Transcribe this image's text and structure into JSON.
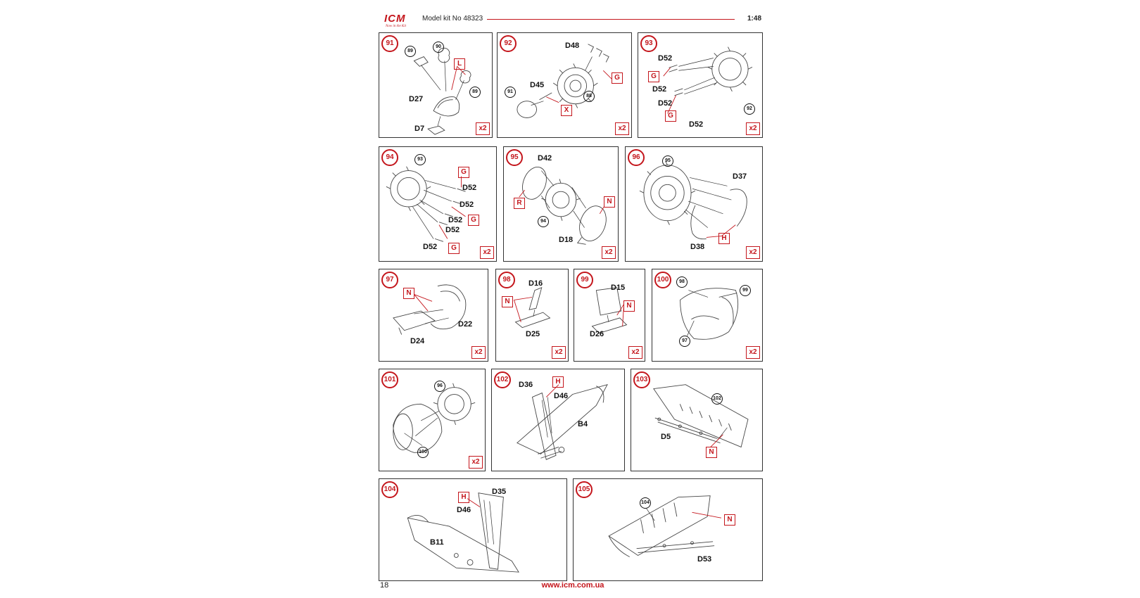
{
  "header": {
    "logo": "ICM",
    "logo_sub": "Now in the Kit",
    "kit_title": "Model kit No 48323",
    "scale": "1:48"
  },
  "footer": {
    "page_number": "18",
    "url": "www.icm.com.ua"
  },
  "panels": [
    {
      "step": "91",
      "multiplier": "x2",
      "parts": [
        "D27",
        "D7"
      ],
      "refs": [
        "89",
        "90",
        "89"
      ],
      "paint": [
        "L"
      ]
    },
    {
      "step": "92",
      "multiplier": "x2",
      "parts": [
        "D48",
        "D45"
      ],
      "refs": [
        "91",
        "88"
      ],
      "paint": [
        "G",
        "X"
      ]
    },
    {
      "step": "93",
      "multiplier": "x2",
      "parts": [
        "D52",
        "D52",
        "D52",
        "D52"
      ],
      "refs": [
        "92"
      ],
      "paint": [
        "G",
        "G"
      ]
    },
    {
      "step": "94",
      "multiplier": "x2",
      "parts": [
        "D52",
        "D52",
        "D52",
        "D52",
        "D52"
      ],
      "refs": [
        "93"
      ],
      "paint": [
        "G",
        "G",
        "G"
      ]
    },
    {
      "step": "95",
      "multiplier": "x2",
      "parts": [
        "D42",
        "D18"
      ],
      "refs": [
        "94"
      ],
      "paint": [
        "R",
        "N"
      ]
    },
    {
      "step": "96",
      "multiplier": "x2",
      "parts": [
        "D37",
        "D38"
      ],
      "refs": [
        "95"
      ],
      "paint": [
        "H"
      ]
    },
    {
      "step": "97",
      "multiplier": "x2",
      "parts": [
        "D22",
        "D24"
      ],
      "refs": [],
      "paint": [
        "N"
      ]
    },
    {
      "step": "98",
      "multiplier": "x2",
      "parts": [
        "D16",
        "D25"
      ],
      "refs": [],
      "paint": [
        "N"
      ]
    },
    {
      "step": "99",
      "multiplier": "x2",
      "parts": [
        "D15",
        "D26"
      ],
      "refs": [],
      "paint": [
        "N"
      ]
    },
    {
      "step": "100",
      "multiplier": "x2",
      "parts": [],
      "refs": [
        "98",
        "99",
        "97"
      ],
      "paint": []
    },
    {
      "step": "101",
      "multiplier": "x2",
      "parts": [],
      "refs": [
        "96",
        "100"
      ],
      "paint": []
    },
    {
      "step": "102",
      "multiplier": "",
      "parts": [
        "D36",
        "D46",
        "B4"
      ],
      "refs": [],
      "paint": [
        "H"
      ]
    },
    {
      "step": "103",
      "multiplier": "",
      "parts": [
        "D5"
      ],
      "refs": [
        "102"
      ],
      "paint": [
        "N"
      ]
    },
    {
      "step": "104",
      "multiplier": "",
      "parts": [
        "D35",
        "D46",
        "B11"
      ],
      "refs": [],
      "paint": [
        "H"
      ]
    },
    {
      "step": "105",
      "multiplier": "",
      "parts": [
        "D53"
      ],
      "refs": [
        "104"
      ],
      "paint": [
        "N"
      ]
    }
  ]
}
